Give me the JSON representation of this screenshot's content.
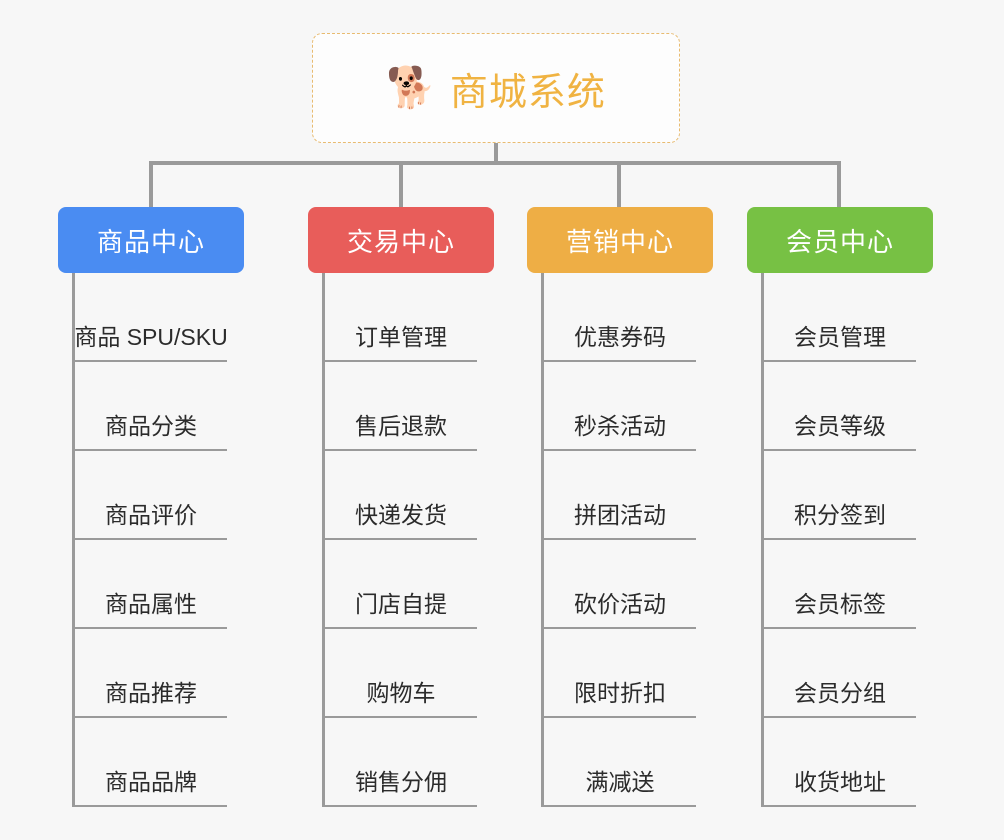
{
  "page": {
    "background_color": "#f7f7f7",
    "type": "organization-chart"
  },
  "root": {
    "icon": "shiba-dog-face-icon",
    "emoji": "🐕",
    "title": "商城系统",
    "title_color": "#f0b342",
    "border_color": "#e8bb70",
    "background_color": "#fdfdfd"
  },
  "connector": {
    "color": "#9a9a9a"
  },
  "branches": [
    {
      "id": "product-center",
      "label": "商品中心",
      "color": "#4a8cf2",
      "items": [
        "商品 SPU/SKU",
        "商品分类",
        "商品评价",
        "商品属性",
        "商品推荐",
        "商品品牌"
      ]
    },
    {
      "id": "trade-center",
      "label": "交易中心",
      "color": "#e85d5a",
      "items": [
        "订单管理",
        "售后退款",
        "快递发货",
        "门店自提",
        "购物车",
        "销售分佣"
      ]
    },
    {
      "id": "marketing-center",
      "label": "营销中心",
      "color": "#eeae45",
      "items": [
        "优惠券码",
        "秒杀活动",
        "拼团活动",
        "砍价活动",
        "限时折扣",
        "满减送"
      ]
    },
    {
      "id": "member-center",
      "label": "会员中心",
      "color": "#77c144",
      "items": [
        "会员管理",
        "会员等级",
        "积分签到",
        "会员标签",
        "会员分组",
        "收货地址"
      ]
    }
  ]
}
